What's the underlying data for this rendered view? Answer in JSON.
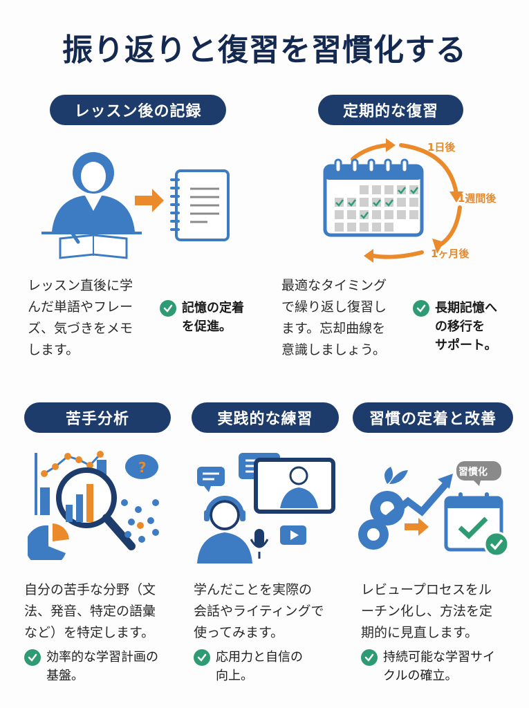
{
  "title": "振り返りと復習を習慣化する",
  "colors": {
    "navy": "#1d3c6b",
    "blue": "#3d7bc2",
    "orange": "#ea8a2a",
    "green": "#2e9b74",
    "gray": "#c8c8c8"
  },
  "sections": [
    {
      "heading": "レッスン後の記録",
      "illustration": "person-writing-notes-to-notebook",
      "body_lines": [
        "レッスン直後に学",
        "んだ単語やフレー",
        "ズ、気づきをメモ",
        "します。"
      ],
      "benefit_lines": [
        "記憶の定着",
        "を促進。"
      ]
    },
    {
      "heading": "定期的な復習",
      "illustration": "calendar-review-cycle",
      "cycle_labels": [
        "1日後",
        "1週間後",
        "1ヶ月後"
      ],
      "body_lines": [
        "最適なタイミング",
        "で繰り返し復習し",
        "ます。忘却曲線を",
        "意識しましょう。"
      ],
      "benefit_lines": [
        "長期記憶へ",
        "の移行を",
        "サポート。"
      ]
    },
    {
      "heading": "苦手分析",
      "illustration": "magnifier-chart-analysis",
      "body_lines": [
        "自分の苦手な分野（文",
        "法、発音、特定の語彙",
        "など）を特定します。"
      ],
      "benefit_lines": [
        "効率的な学習計画の",
        "基盤。"
      ]
    },
    {
      "heading": "実践的な練習",
      "illustration": "online-conversation-practice",
      "body_lines": [
        "学んだことを実際の",
        "会話やライティングで",
        "使ってみます。"
      ],
      "benefit_lines": [
        "応用力と自信の",
        "向上。"
      ]
    },
    {
      "heading": "習慣の定着と改善",
      "illustration": "gears-growth-habit-calendar",
      "badge": "習慣化",
      "body_lines": [
        "レビュープロセスをル",
        "ーチン化し、方法を定",
        "期的に見直します。"
      ],
      "benefit_lines": [
        "持続可能な学習サイ",
        "クルの確立。"
      ]
    }
  ]
}
